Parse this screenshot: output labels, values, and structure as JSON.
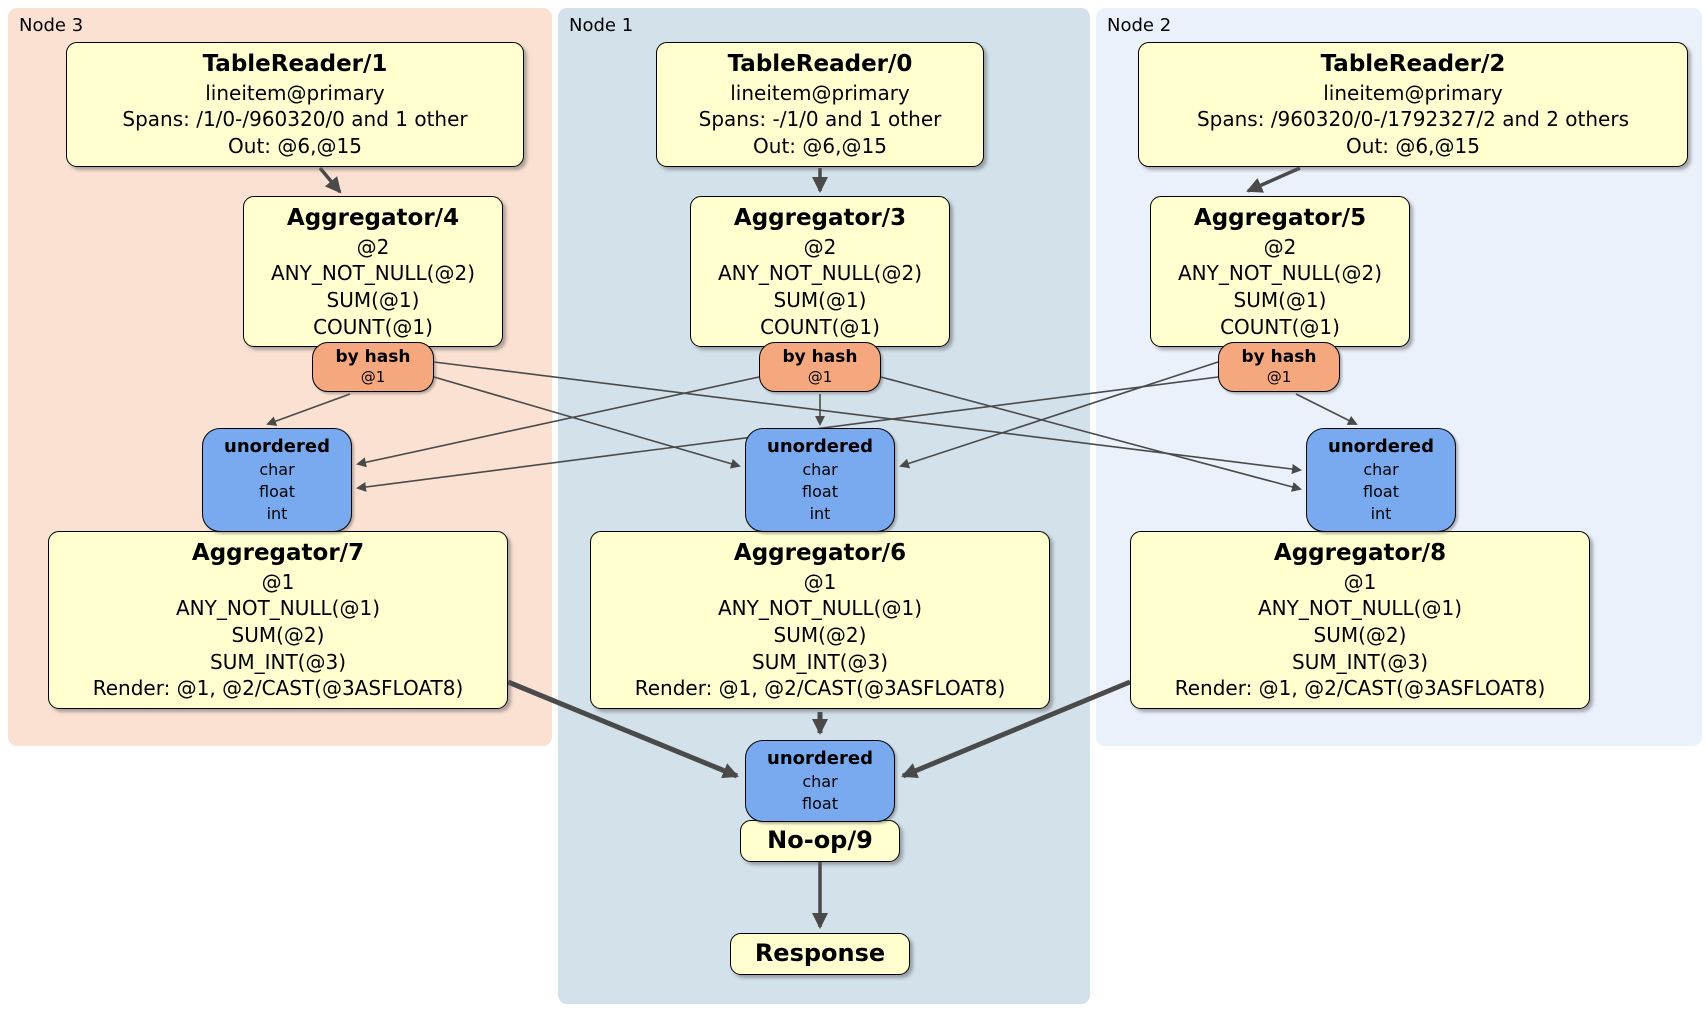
{
  "regions": {
    "node3": {
      "label": "Node 3"
    },
    "node1": {
      "label": "Node 1"
    },
    "node2": {
      "label": "Node 2"
    }
  },
  "processors": {
    "tr1": {
      "title": "TableReader/1",
      "lines": [
        "lineitem@primary",
        "Spans: /1/0-/960320/0 and 1 other",
        "Out: @6,@15"
      ]
    },
    "tr0": {
      "title": "TableReader/0",
      "lines": [
        "lineitem@primary",
        "Spans: -/1/0 and 1 other",
        "Out: @6,@15"
      ]
    },
    "tr2": {
      "title": "TableReader/2",
      "lines": [
        "lineitem@primary",
        "Spans: /960320/0-/1792327/2 and 2 others",
        "Out: @6,@15"
      ]
    },
    "agg4": {
      "title": "Aggregator/4",
      "lines": [
        "@2",
        "ANY_NOT_NULL(@2)",
        "SUM(@1)",
        "COUNT(@1)"
      ]
    },
    "agg3": {
      "title": "Aggregator/3",
      "lines": [
        "@2",
        "ANY_NOT_NULL(@2)",
        "SUM(@1)",
        "COUNT(@1)"
      ]
    },
    "agg5": {
      "title": "Aggregator/5",
      "lines": [
        "@2",
        "ANY_NOT_NULL(@2)",
        "SUM(@1)",
        "COUNT(@1)"
      ]
    },
    "agg7": {
      "title": "Aggregator/7",
      "lines": [
        "@1",
        "ANY_NOT_NULL(@1)",
        "SUM(@2)",
        "SUM_INT(@3)",
        "Render: @1, @2/CAST(@3ASFLOAT8)"
      ]
    },
    "agg6": {
      "title": "Aggregator/6",
      "lines": [
        "@1",
        "ANY_NOT_NULL(@1)",
        "SUM(@2)",
        "SUM_INT(@3)",
        "Render: @1, @2/CAST(@3ASFLOAT8)"
      ]
    },
    "agg8": {
      "title": "Aggregator/8",
      "lines": [
        "@1",
        "ANY_NOT_NULL(@1)",
        "SUM(@2)",
        "SUM_INT(@3)",
        "Render: @1, @2/CAST(@3ASFLOAT8)"
      ]
    },
    "noop": {
      "title": "No-op/9"
    },
    "response": {
      "title": "Response"
    }
  },
  "routers": {
    "hash_node3": {
      "title": "by hash",
      "detail": "@1"
    },
    "hash_node1": {
      "title": "by hash",
      "detail": "@1"
    },
    "hash_node2": {
      "title": "by hash",
      "detail": "@1"
    }
  },
  "syncs": {
    "un_node3": {
      "title": "unordered",
      "items": [
        "char",
        "float",
        "int"
      ]
    },
    "un_node1": {
      "title": "unordered",
      "items": [
        "char",
        "float",
        "int"
      ]
    },
    "un_node2": {
      "title": "unordered",
      "items": [
        "char",
        "float",
        "int"
      ]
    },
    "un_final": {
      "title": "unordered",
      "items": [
        "char",
        "float"
      ]
    }
  },
  "streams": [
    {
      "from": "TableReader/1",
      "to": "Aggregator/4",
      "kind": "flow"
    },
    {
      "from": "TableReader/0",
      "to": "Aggregator/3",
      "kind": "flow"
    },
    {
      "from": "TableReader/2",
      "to": "Aggregator/5",
      "kind": "flow"
    },
    {
      "from": "by-hash-node3",
      "to": "unordered-node3",
      "kind": "hash"
    },
    {
      "from": "by-hash-node3",
      "to": "unordered-node1",
      "kind": "hash"
    },
    {
      "from": "by-hash-node3",
      "to": "unordered-node2",
      "kind": "hash"
    },
    {
      "from": "by-hash-node1",
      "to": "unordered-node1",
      "kind": "hash"
    },
    {
      "from": "by-hash-node1",
      "to": "unordered-node3",
      "kind": "hash"
    },
    {
      "from": "by-hash-node1",
      "to": "unordered-node2",
      "kind": "hash"
    },
    {
      "from": "by-hash-node2",
      "to": "unordered-node2",
      "kind": "hash"
    },
    {
      "from": "by-hash-node2",
      "to": "unordered-node3",
      "kind": "hash"
    },
    {
      "from": "by-hash-node2",
      "to": "unordered-node1",
      "kind": "hash"
    },
    {
      "from": "Aggregator/7",
      "to": "unordered-final",
      "kind": "merge"
    },
    {
      "from": "Aggregator/6",
      "to": "unordered-final",
      "kind": "merge"
    },
    {
      "from": "Aggregator/8",
      "to": "unordered-final",
      "kind": "merge"
    },
    {
      "from": "No-op/9",
      "to": "Response",
      "kind": "result"
    }
  ],
  "colors": {
    "node3_bg": "#fbe1d2",
    "node1_bg": "#d3e1eb",
    "node2_bg": "#ebf1fb",
    "processor_fill": "#ffffd0",
    "router_fill": "#f5a87e",
    "sync_fill": "#79aaf0",
    "box_border": "#000000",
    "edge": "#4a4a4a",
    "text": "#000000",
    "page_bg": "#ffffff"
  }
}
